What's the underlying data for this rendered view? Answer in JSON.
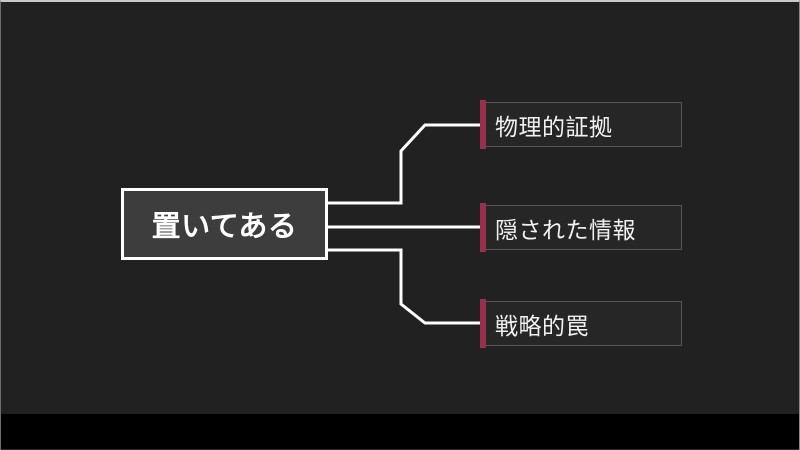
{
  "slide": {
    "root_node": {
      "label": "置いてある"
    },
    "branch_nodes": [
      {
        "label": "物理的証拠"
      },
      {
        "label": "隠された情報"
      },
      {
        "label": "戦略的罠"
      }
    ]
  },
  "colors": {
    "background": "#212121",
    "letterbox": "#000000",
    "root_fill": "#3d3d3d",
    "root_border": "#ffffff",
    "node_fill": "#262626",
    "node_border": "#575757",
    "accent": "#972f4d",
    "connector": "#ffffff",
    "text": "#f1f1f1"
  }
}
